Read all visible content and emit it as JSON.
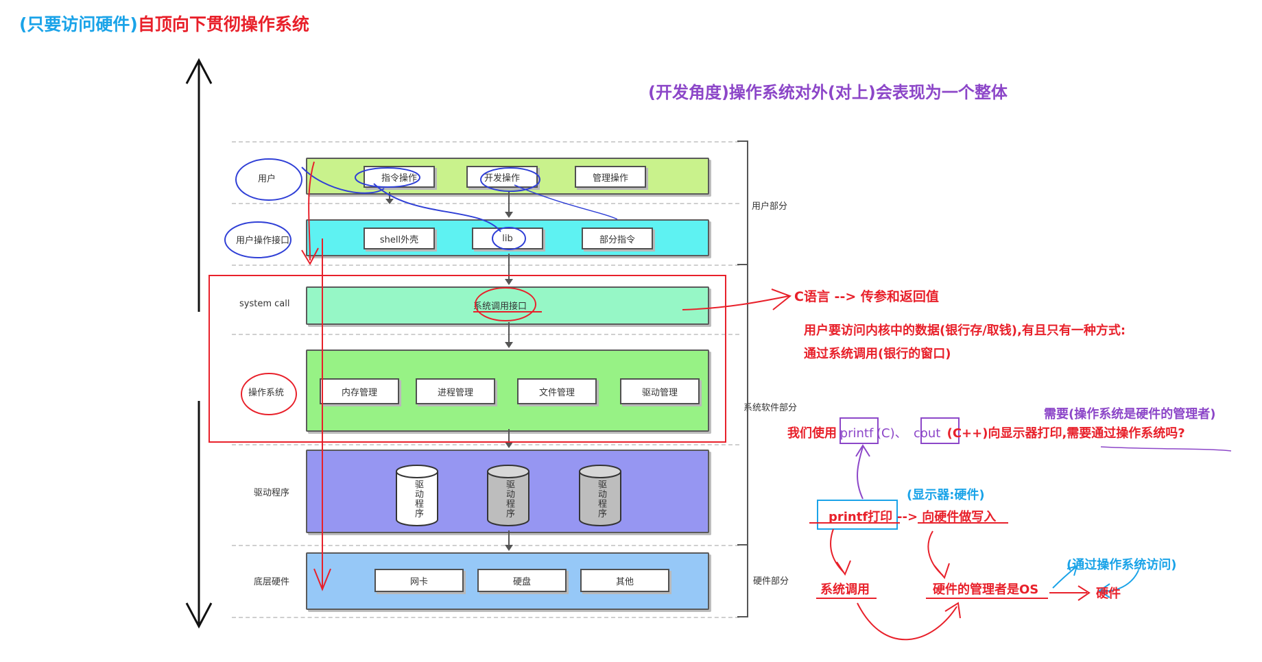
{
  "header": {
    "title_blue": "(只要访问硬件)",
    "title_red": "自顶向下贯彻操作系统"
  },
  "subtitle": "(开发角度)操作系统对外(对上)会表现为一个整体",
  "layers": {
    "user": {
      "label": "用户",
      "items": [
        "指令操作",
        "开发操作",
        "管理操作"
      ]
    },
    "user_interface": {
      "label": "用户操作接口",
      "items": [
        "shell外壳",
        "lib",
        "部分指令"
      ]
    },
    "system_call": {
      "label": "system call",
      "items": [
        "系统调用接口"
      ]
    },
    "os": {
      "label": "操作系统",
      "items": [
        "内存管理",
        "进程管理",
        "文件管理",
        "驱动管理"
      ]
    },
    "driver": {
      "label": "驱动程序",
      "items": [
        "驱动程序",
        "驱动程序",
        "驱动程序"
      ]
    },
    "hardware": {
      "label": "底层硬件",
      "items": [
        "网卡",
        "硬盘",
        "其他"
      ]
    }
  },
  "parts": {
    "user_part": "用户部分",
    "system_software_part": "系统软件部分",
    "hardware_part": "硬件部分"
  },
  "annotations": {
    "c_lang": "C语言 --> 传参和返回值",
    "access_line1": "用户要访问内核中的数据(银行存/取钱),有且只有一种方式:",
    "access_line2": "通过系统调用(银行的窗口)",
    "need": "需要(操作系统是硬件的管理者)",
    "q_pre": "我们使用",
    "q_printf": "printf",
    "q_c": "(C)、",
    "q_cout": "cout",
    "q_post": "(C++)向显示器打印,需要通过操作系统吗?",
    "monitor": "(显示器:硬件)",
    "printf_print": "printf打印",
    "arrow_write": "--> 向硬件做写入",
    "syscall": "系统调用",
    "manager": "硬件的管理者是OS",
    "via_os": "(通过操作系统访问)",
    "hardware": "硬件"
  },
  "colors": {
    "user_layer": "#c9f28c",
    "ui_layer": "#5ef2f2",
    "syscall_layer": "#96f7c6",
    "os_layer": "#97f285",
    "driver_layer": "#9696f2",
    "hw_layer": "#96c8f7",
    "red": "#e8202a",
    "blue": "#1aa3e8",
    "purple": "#8c46c8"
  }
}
